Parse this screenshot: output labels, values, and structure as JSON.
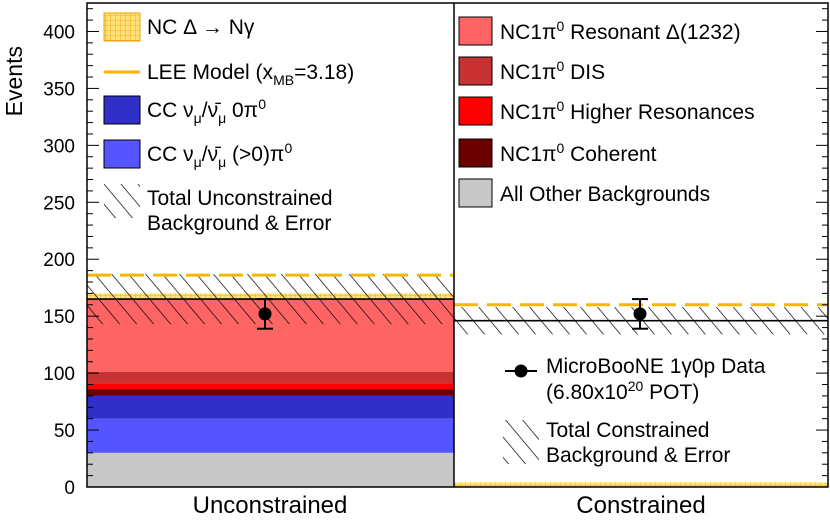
{
  "chart_data": {
    "type": "bar",
    "ylabel": "Events",
    "ylim": [
      0,
      425
    ],
    "yticks": [
      0,
      50,
      100,
      150,
      200,
      250,
      300,
      350,
      400
    ],
    "categories": [
      "Unconstrained",
      "Constrained"
    ],
    "series": [
      {
        "name": "All Other Backgrounds",
        "color": "#c8c8c8",
        "values": [
          30,
          null
        ]
      },
      {
        "name": "CC ν_μ/ν̄_μ (>0)π⁰",
        "color": "#5555ff",
        "values": [
          30,
          null
        ]
      },
      {
        "name": "CC ν_μ/ν̄_μ 0π⁰",
        "color": "#3030c8",
        "values": [
          20,
          null
        ]
      },
      {
        "name": "NC1π⁰ Coherent",
        "color": "#6a0000",
        "values": [
          6,
          null
        ]
      },
      {
        "name": "NC1π⁰ Higher Resonances",
        "color": "#ff0000",
        "values": [
          5,
          null
        ]
      },
      {
        "name": "NC1π⁰ DIS",
        "color": "#c83232",
        "values": [
          10,
          null
        ]
      },
      {
        "name": "NC1π⁰ Resonant Δ(1232)",
        "color": "#ff6464",
        "values": [
          64,
          null
        ]
      },
      {
        "name": "NC Δ → Nγ",
        "color": "#ffcc00",
        "values": [
          5,
          4
        ]
      }
    ],
    "total_background": [
      165,
      146
    ],
    "background_error": [
      22,
      12
    ],
    "lee_model": [
      186,
      160
    ],
    "data": {
      "values": [
        152,
        152
      ],
      "errors": [
        13,
        13
      ]
    },
    "legend_left": [
      {
        "key": "nc-delta",
        "label": "NC Δ → Nγ",
        "style": "grid",
        "color": "#ffcc00"
      },
      {
        "key": "lee",
        "label": "LEE Model (xMB=3.18)",
        "style": "line",
        "color": "#ffb000"
      },
      {
        "key": "cc0",
        "label": "CC νμ/ν̄μ 0π0",
        "style": "box",
        "color": "#3030c8"
      },
      {
        "key": "cc1",
        "label": "CC νμ/ν̄μ (>0)π0",
        "style": "box",
        "color": "#5555ff"
      },
      {
        "key": "unc",
        "label": "Total Unconstrained\nBackground & Error",
        "style": "hatch"
      }
    ],
    "legend_right": [
      {
        "key": "res",
        "label": "NC1π0 Resonant Δ(1232)",
        "style": "box",
        "color": "#ff6464"
      },
      {
        "key": "dis",
        "label": "NC1π0 DIS",
        "style": "box",
        "color": "#c83232"
      },
      {
        "key": "higher",
        "label": "NC1π0 Higher Resonances",
        "style": "box",
        "color": "#ff0000"
      },
      {
        "key": "coh",
        "label": "NC1π0 Coherent",
        "style": "box",
        "color": "#6a0000"
      },
      {
        "key": "other",
        "label": "All Other Backgrounds",
        "style": "box",
        "color": "#c8c8c8"
      }
    ],
    "legend_data": [
      {
        "key": "data",
        "label": "MicroBooNE 1γ0p Data\n(6.80x1020 POT)",
        "style": "marker"
      },
      {
        "key": "con",
        "label": "Total Constrained\nBackground & Error",
        "style": "hatch"
      }
    ]
  }
}
